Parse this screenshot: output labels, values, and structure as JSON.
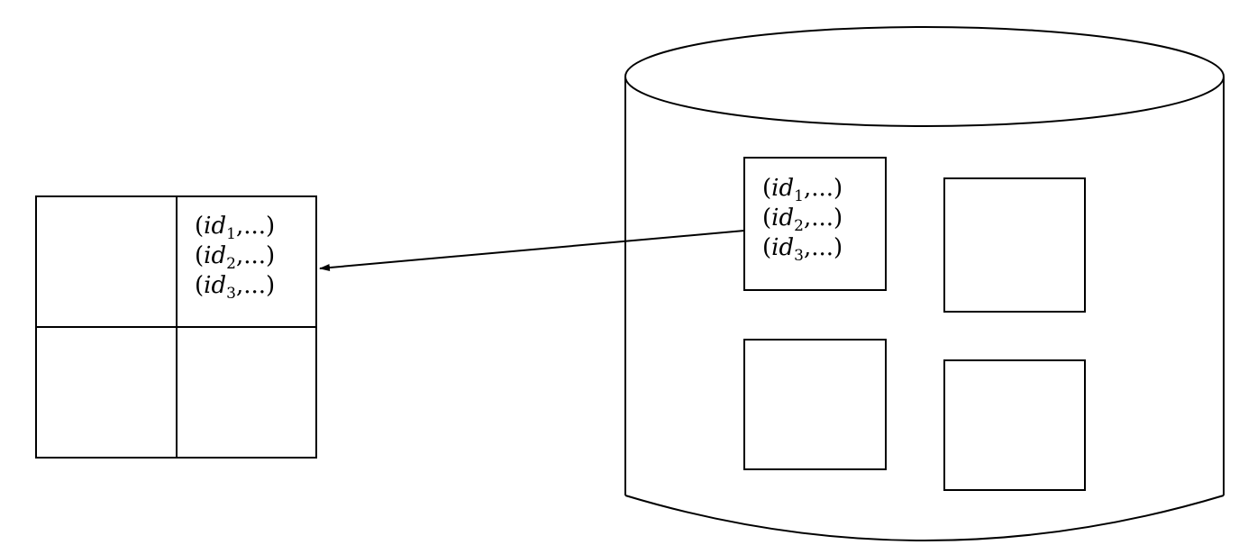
{
  "grid_cell_records": [
    {
      "open": "(",
      "name": "id",
      "sub": "1",
      "rest": ",...)"
    },
    {
      "open": "(",
      "name": "id",
      "sub": "2",
      "rest": ",...)"
    },
    {
      "open": "(",
      "name": "id",
      "sub": "3",
      "rest": ",...)"
    }
  ],
  "disk_page_records": [
    {
      "open": "(",
      "name": "id",
      "sub": "1",
      "rest": ",...)"
    },
    {
      "open": "(",
      "name": "id",
      "sub": "2",
      "rest": ",...)"
    },
    {
      "open": "(",
      "name": "id",
      "sub": "3",
      "rest": ",...)"
    }
  ]
}
